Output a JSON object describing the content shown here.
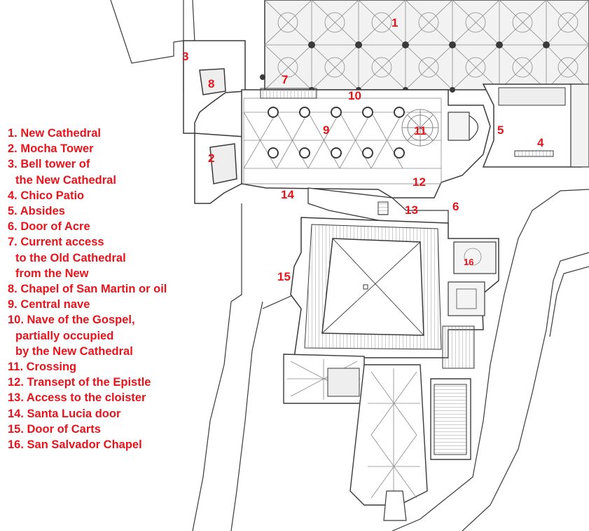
{
  "legend": {
    "items": [
      {
        "lines": [
          "1. New Cathedral"
        ]
      },
      {
        "lines": [
          "2. Mocha Tower"
        ]
      },
      {
        "lines": [
          "3. Bell tower of",
          "the New Cathedral"
        ]
      },
      {
        "lines": [
          "4. Chico Patio"
        ]
      },
      {
        "lines": [
          "5. Absides"
        ]
      },
      {
        "lines": [
          "6. Door of Acre"
        ]
      },
      {
        "lines": [
          "7. Current access",
          "to the Old Cathedral",
          "from the New"
        ]
      },
      {
        "lines": [
          "8.  Chapel of San Martin or oil"
        ]
      },
      {
        "lines": [
          "9. Central nave"
        ]
      },
      {
        "lines": [
          "10. Nave of the Gospel,",
          "partially occupied",
          "by the New Cathedral"
        ]
      },
      {
        "lines": [
          "11. Crossing"
        ]
      },
      {
        "lines": [
          "12. Transept of the Epistle"
        ]
      },
      {
        "lines": [
          "13. Access to the cloister"
        ]
      },
      {
        "lines": [
          "14. Santa Lucia door"
        ]
      },
      {
        "lines": [
          "15. Door of Carts"
        ]
      },
      {
        "lines": [
          "16. San Salvador Chapel"
        ]
      }
    ]
  },
  "plan_labels": [
    "1",
    "2",
    "3",
    "4",
    "5",
    "6",
    "7",
    "8",
    "9",
    "10",
    "11",
    "12",
    "13",
    "14",
    "15",
    "16"
  ],
  "colors": {
    "label": "#e8141b",
    "line": "#3a3a3a",
    "hatch": "#9a9a9a",
    "fill": "#eeeeee"
  }
}
